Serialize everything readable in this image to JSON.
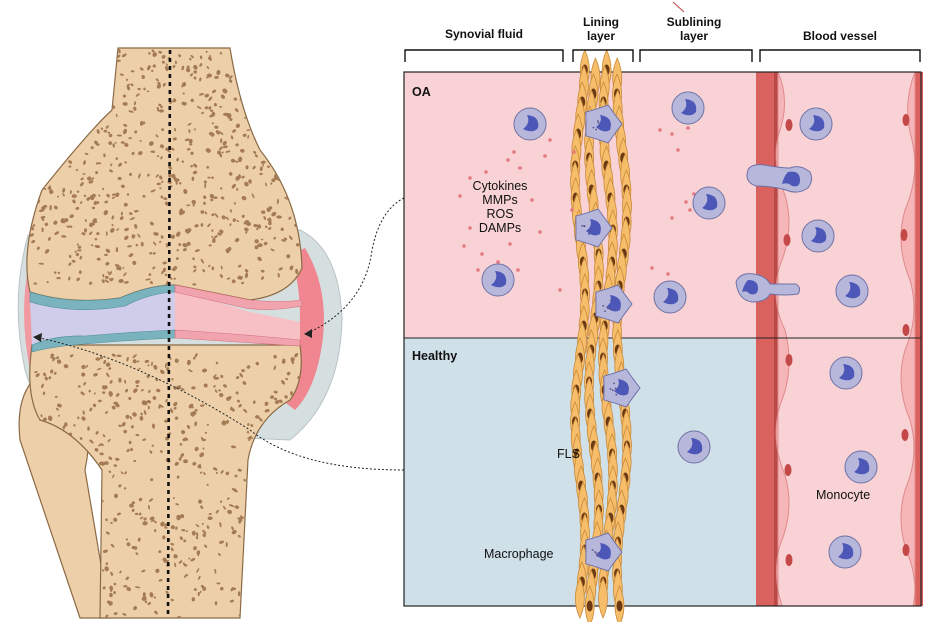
{
  "headers": {
    "synovial_fluid": "Synovial fluid",
    "lining_line1": "Lining",
    "lining_line2": "layer",
    "sublining_line1": "Sublining",
    "sublining_line2": "layer",
    "blood_vessel": "Blood vessel"
  },
  "sections": {
    "oa": "OA",
    "healthy": "Healthy"
  },
  "labels": {
    "cytokines": "Cytokines",
    "mmps": "MMPs",
    "ros": "ROS",
    "damps": "DAMPs",
    "fls": "FLS",
    "macrophage": "Macrophage",
    "monocyte": "Monocyte"
  },
  "colors": {
    "bone": "#edd0aa",
    "bone_outline": "#8a6a45",
    "bone_pore": "#a47b55",
    "oa_background": "#f8d2d4",
    "healthy_background": "#cfe0e8",
    "cell_body": "#f6bd6a",
    "cell_nucleus": "#6b3a14",
    "monocyte_fill": "#b6b7da",
    "monocyte_nucleus": "#4d57b8",
    "vessel_wall": "#d9625e",
    "vessel_inner": "#f6b5b6",
    "cartilage_blue": "#7ab3bd",
    "cartilage_pink": "#f2a4ae",
    "joint_space": "#cfcde9",
    "capsule_grey": "#d6dfe0"
  }
}
